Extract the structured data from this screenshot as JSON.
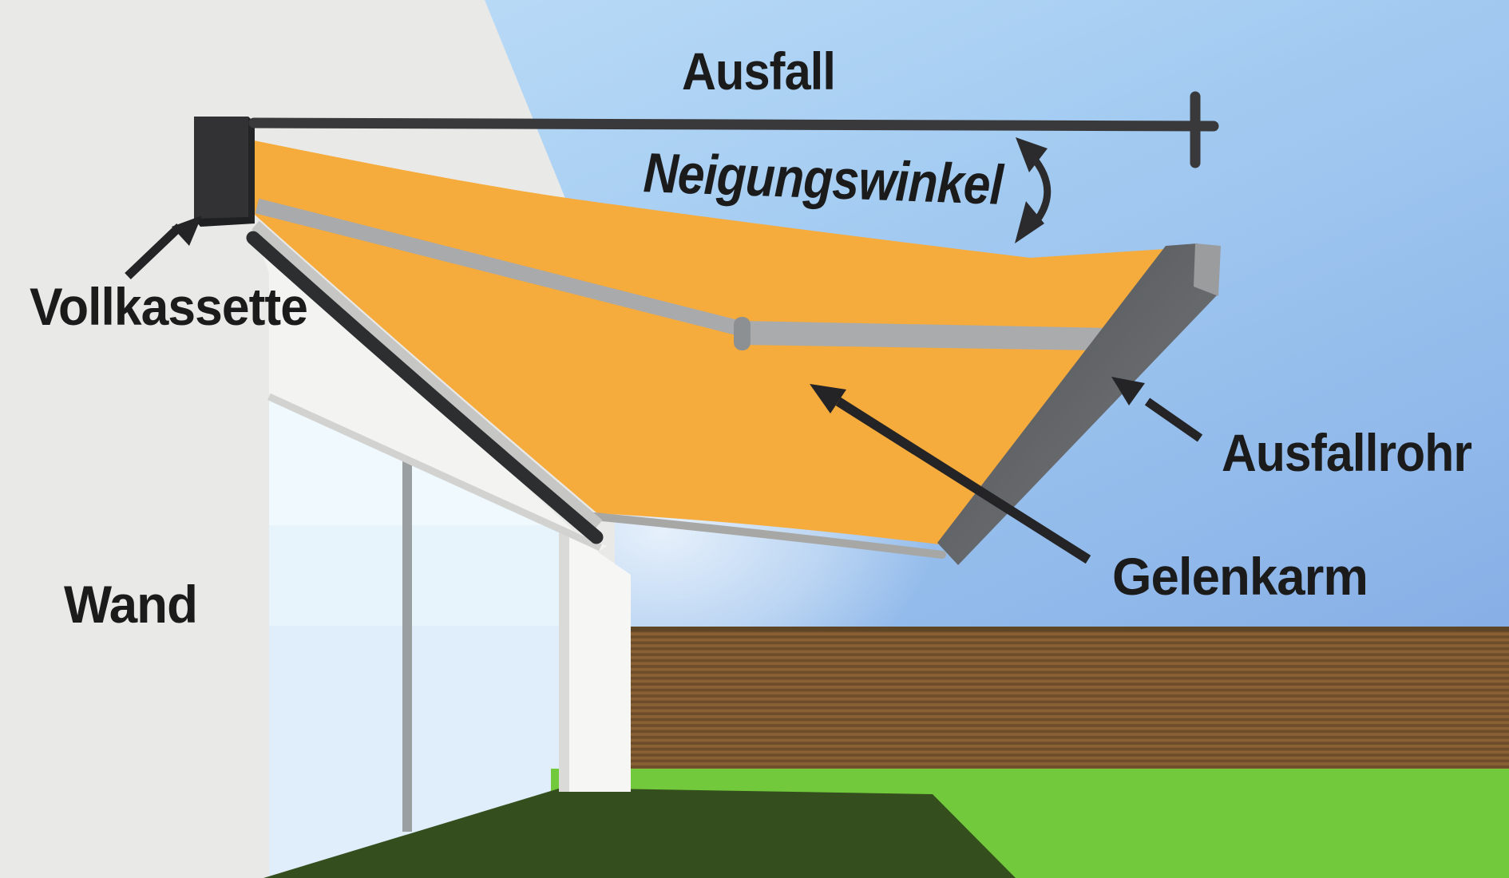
{
  "diagram": {
    "title_subject": "Markise (awning) terminology diagram",
    "labels": {
      "ausfall": "Ausfall",
      "neigungswinkel": "Neigungswinkel",
      "vollkassette": "Vollkassette",
      "wand": "Wand",
      "ausfallrohr": "Ausfallrohr",
      "gelenkarm": "Gelenkarm"
    },
    "colors": {
      "fabric_orange": "#F6AB3D",
      "cassette_dark": "#323234",
      "profile_dark": "#2D2E30",
      "metal_gray": "#A9ABAD",
      "elbow_gray": "#8D9093",
      "bar_face_dark": "#55585A",
      "bar_face_light": "#9A9C9E",
      "sky_light": "#BEDFF8",
      "sky_deep": "#86AEE6",
      "wall_gray": "#E9E9E8",
      "white_edge": "#F3F3F2",
      "glass_blue": "#E8F4FC",
      "fence_brown": "#8A6135",
      "fence_stripe": "#6E4D2A",
      "grass_light": "#72C93C",
      "grass_dark": "#344E1D",
      "ink": "#1F1F21"
    }
  }
}
